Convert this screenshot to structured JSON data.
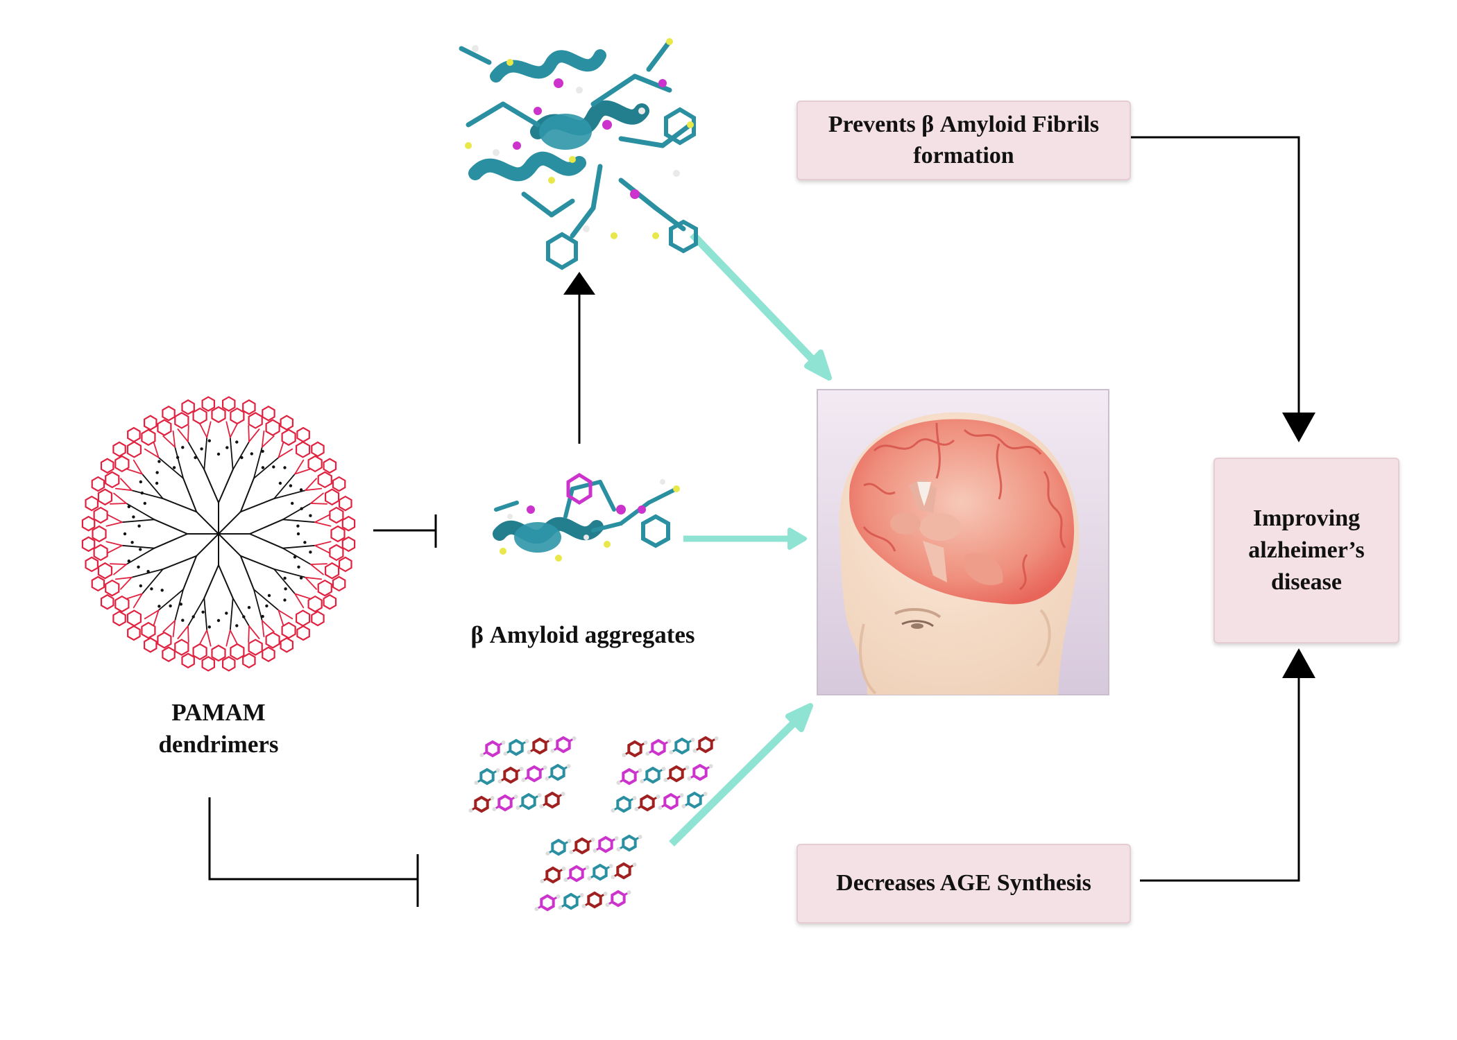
{
  "boxes": {
    "prevents": "Prevents β Amyloid Fibrils formation",
    "decreases": "Decreases AGE Synthesis",
    "improving": "Improving alzheimer’s disease"
  },
  "labels": {
    "pamam": "PAMAM dendrimers",
    "amyloid_aggregates": "β Amyloid aggregates"
  },
  "colors": {
    "box_fill": "#f4e1e6",
    "teal_arrow": "#8fe3d3",
    "dendrimer_red": "#e0213f",
    "molecule_teal": "#2a8fa0",
    "molecule_magenta": "#cc33cc",
    "molecule_darkred": "#a02020"
  },
  "icons": {
    "dendrimer": "pamam-dendrimer-structure-icon",
    "fibril": "amyloid-fibril-molecule-icon",
    "aggregate": "amyloid-aggregate-molecule-icon",
    "age": "age-molecules-icon",
    "brain": "human-brain-illustration"
  }
}
